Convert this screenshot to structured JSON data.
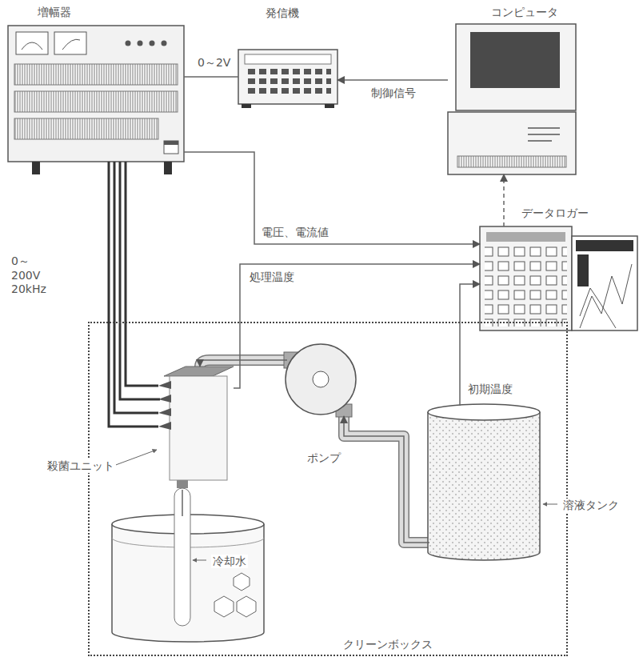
{
  "diagram": {
    "nodes": [
      {
        "text": [
          "増幅器"
        ]
      },
      {
        "text": [
          "発信機"
        ]
      },
      {
        "text": [
          "コンピュータ"
        ]
      },
      {
        "text": [
          "データロガー"
        ]
      },
      {
        "text": [
          "クリーンボックス"
        ]
      },
      {
        "text": [
          "殺菌ユニット"
        ],
        "in": 4
      },
      {
        "text": [
          "ポンプ"
        ],
        "in": 4
      },
      {
        "text": [
          "溶液タンク"
        ],
        "in": 4
      },
      {
        "text": [
          "冷却水"
        ],
        "in": 4
      }
    ],
    "edges": [
      {
        "from": 1,
        "to": 0,
        "arrow": "none",
        "label": "0～2V"
      },
      {
        "from": 2,
        "to": 1,
        "arrow": "to",
        "label": "制御信号"
      },
      {
        "from": 0,
        "to": 3,
        "arrow": "to",
        "label": "電圧、電流値"
      },
      {
        "from": 3,
        "to": 2,
        "arrow": "to"
      },
      {
        "from": 0,
        "to": 5,
        "arrow": "none",
        "label": "0～200V 20kHz"
      },
      {
        "from": 5,
        "to": 3,
        "arrow": "to",
        "label": "処理温度"
      },
      {
        "from": 7,
        "to": 3,
        "arrow": "to",
        "label": "初期温度"
      },
      {
        "from": 7,
        "to": 6,
        "arrow": "to"
      },
      {
        "from": 6,
        "to": 5,
        "arrow": "to"
      },
      {
        "from": 5,
        "to": 8,
        "arrow": "none"
      }
    ]
  }
}
